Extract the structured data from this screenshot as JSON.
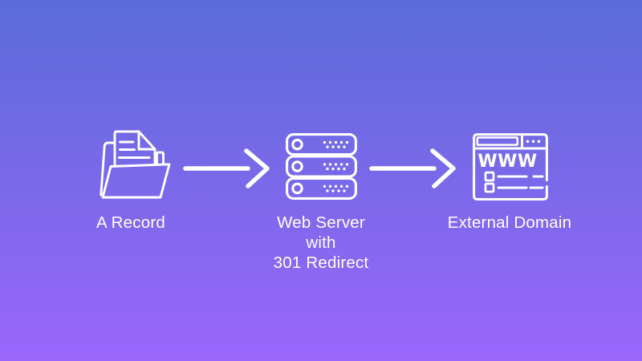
{
  "colors": {
    "gradient_top": "#5a6cd8",
    "gradient_bottom": "#9a66fb",
    "icon_color": "#ffffff",
    "text_color": "#ffffff"
  },
  "diagram": {
    "nodes": [
      {
        "id": "a-record",
        "icon": "document-folder-icon",
        "label": "A Record"
      },
      {
        "id": "web-server",
        "icon": "server-stack-icon",
        "label_lines": [
          "Web Server",
          "with",
          "301 Redirect"
        ]
      },
      {
        "id": "external-domain",
        "icon": "browser-window-icon",
        "label": "External Domain",
        "browser_text": "WWW"
      }
    ],
    "connectors": [
      {
        "from": "a-record",
        "to": "web-server",
        "shape": "arrow-right"
      },
      {
        "from": "web-server",
        "to": "external-domain",
        "shape": "arrow-right"
      }
    ]
  }
}
